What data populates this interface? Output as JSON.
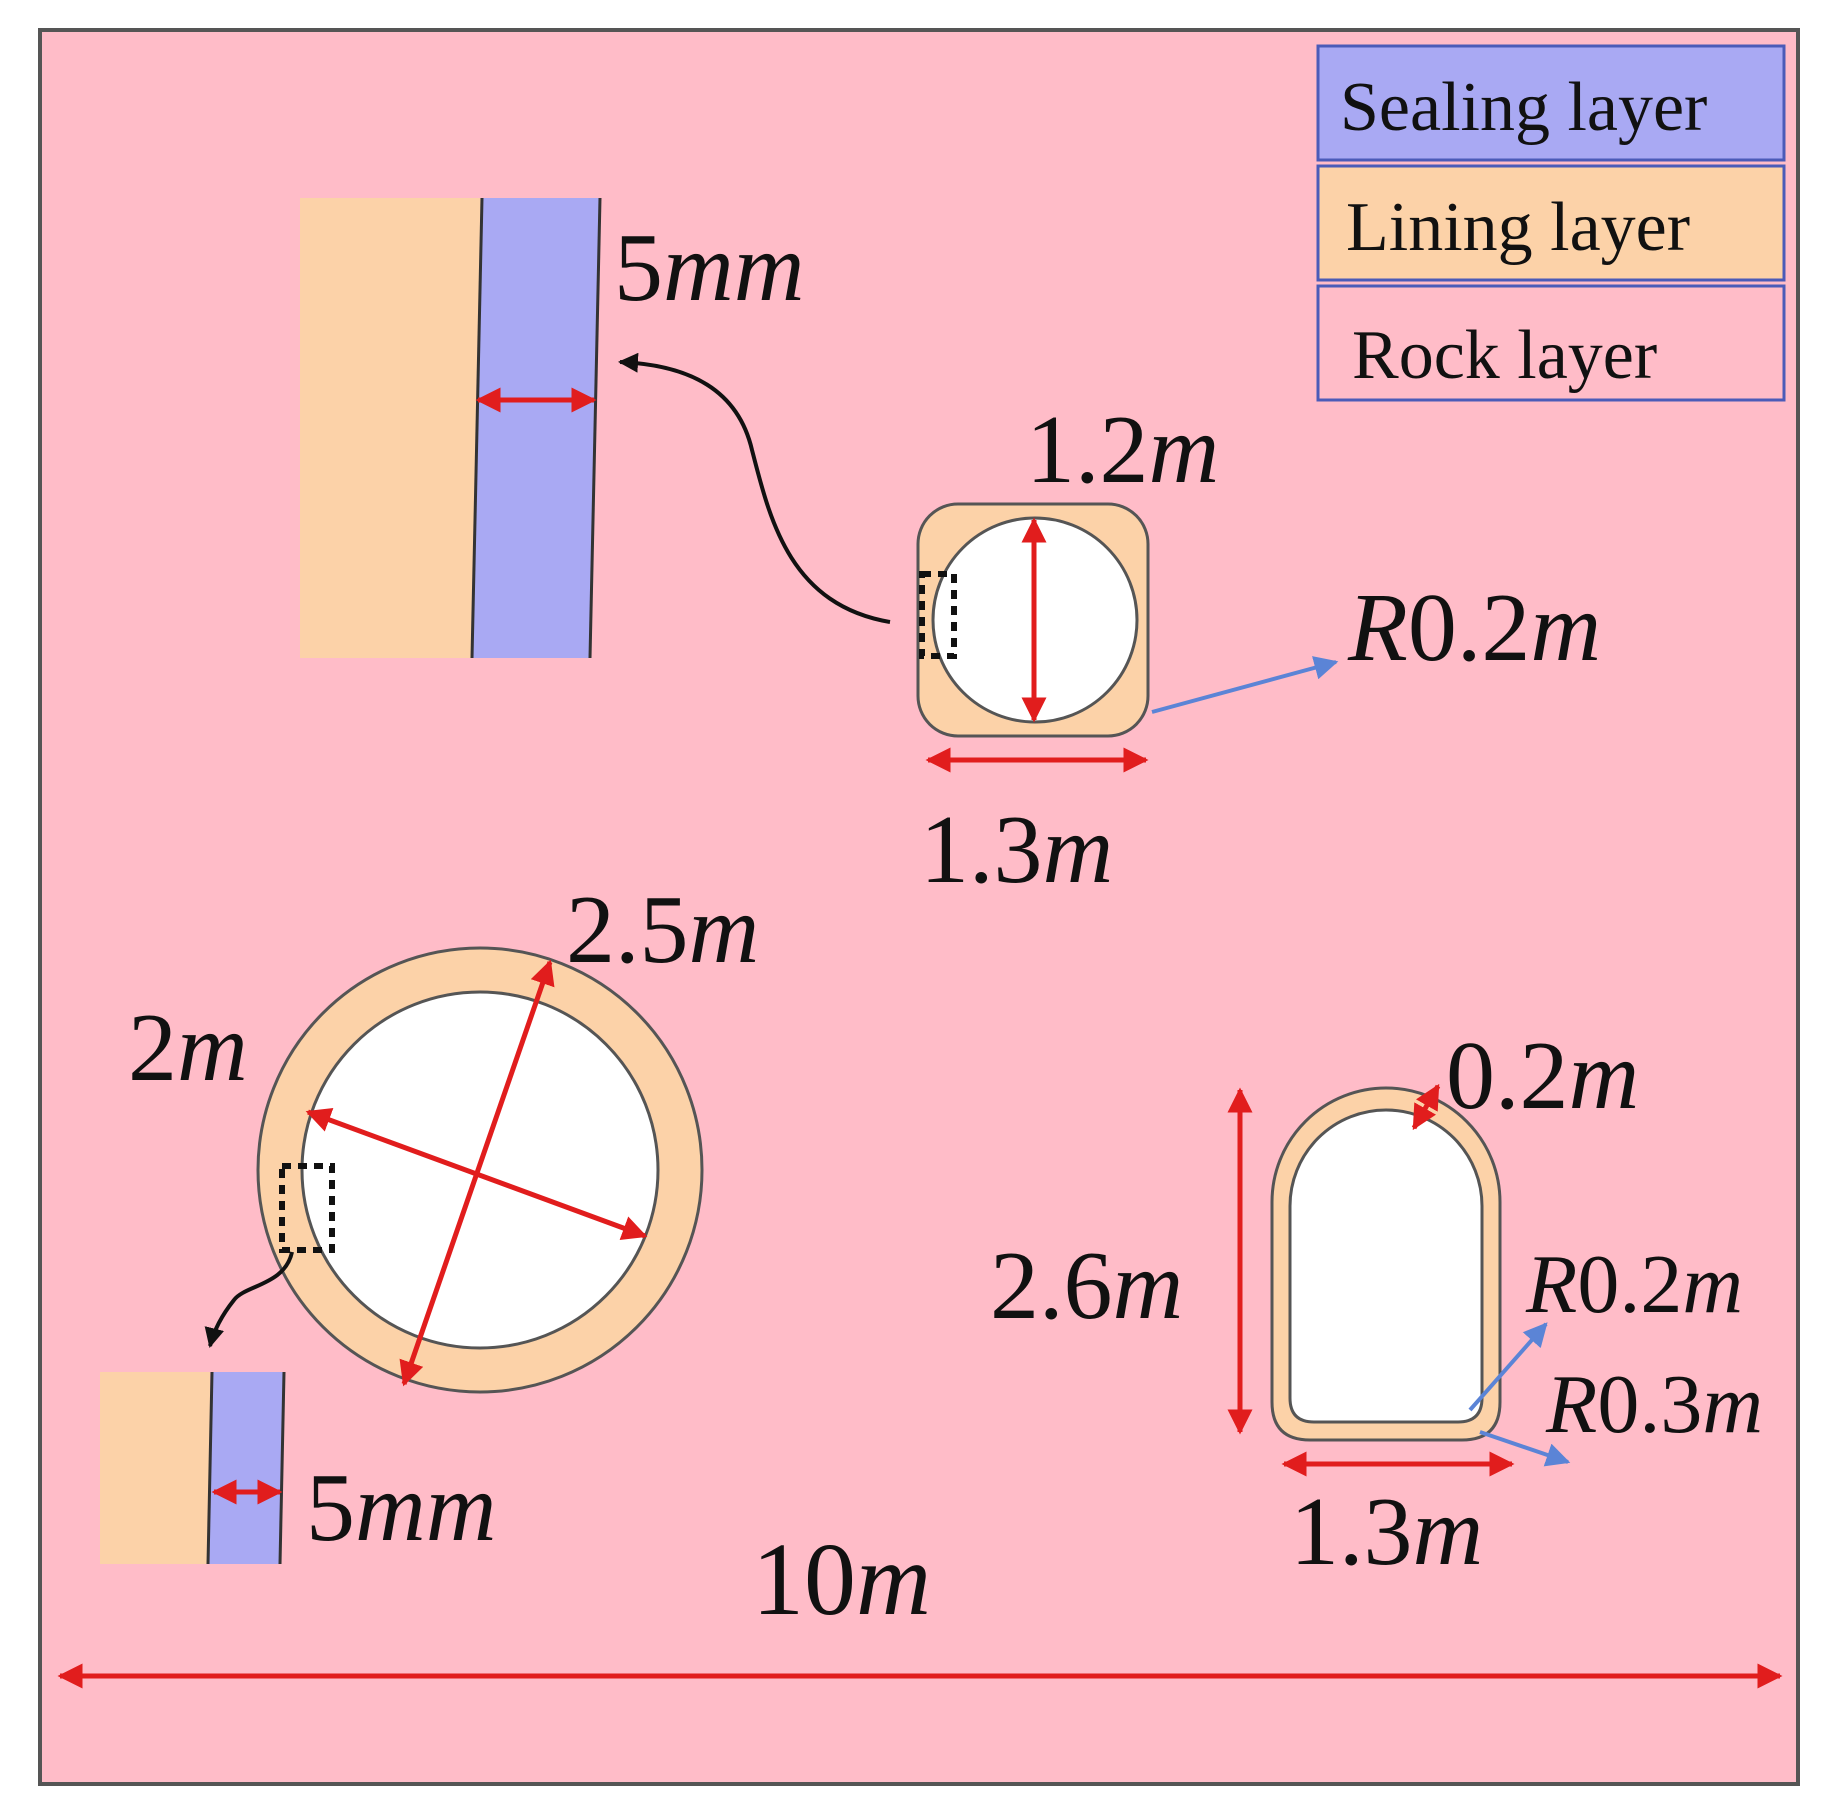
{
  "colors": {
    "rock": "#ffbcc8",
    "lining": "#fcd2a8",
    "sealing": "#a9a9f3",
    "hole": "#ffffff",
    "outline": "#555555",
    "dimension_arrow": "#e11d1d",
    "radius_arrow": "#5b84d6",
    "callout_arrow": "#111111"
  },
  "legend": {
    "items": [
      {
        "label": "Sealing layer",
        "color": "#a9a9f3"
      },
      {
        "label": "Lining layer",
        "color": "#fcd2a8"
      },
      {
        "label": "Rock layer",
        "color": "#ffbcc8"
      }
    ]
  },
  "labels": {
    "detail_top_thickness": {
      "value": "5",
      "unit": "mm"
    },
    "square_width_inner": {
      "value": "1.2",
      "unit": "m"
    },
    "square_width_outer": {
      "value": "1.3",
      "unit": "m"
    },
    "square_corner_radius": {
      "prefix": "R",
      "value": "0.2",
      "unit": "m"
    },
    "circle_outer_diameter": {
      "value": "2.5",
      "unit": "m"
    },
    "circle_inner_diameter": {
      "value": "2",
      "unit": "m"
    },
    "detail_bottom_thickness": {
      "value": "5",
      "unit": "mm"
    },
    "arch_lining_thickness": {
      "value": "0.2",
      "unit": "m"
    },
    "arch_height": {
      "value": "2.6",
      "unit": "m"
    },
    "arch_inner_corner_radius": {
      "prefix": "R",
      "value": "0.2",
      "unit": "m"
    },
    "arch_outer_corner_radius": {
      "prefix": "R",
      "value": "0.3",
      "unit": "m"
    },
    "arch_width": {
      "value": "1.3",
      "unit": "m"
    },
    "domain_width": {
      "value": "10",
      "unit": "m"
    }
  }
}
